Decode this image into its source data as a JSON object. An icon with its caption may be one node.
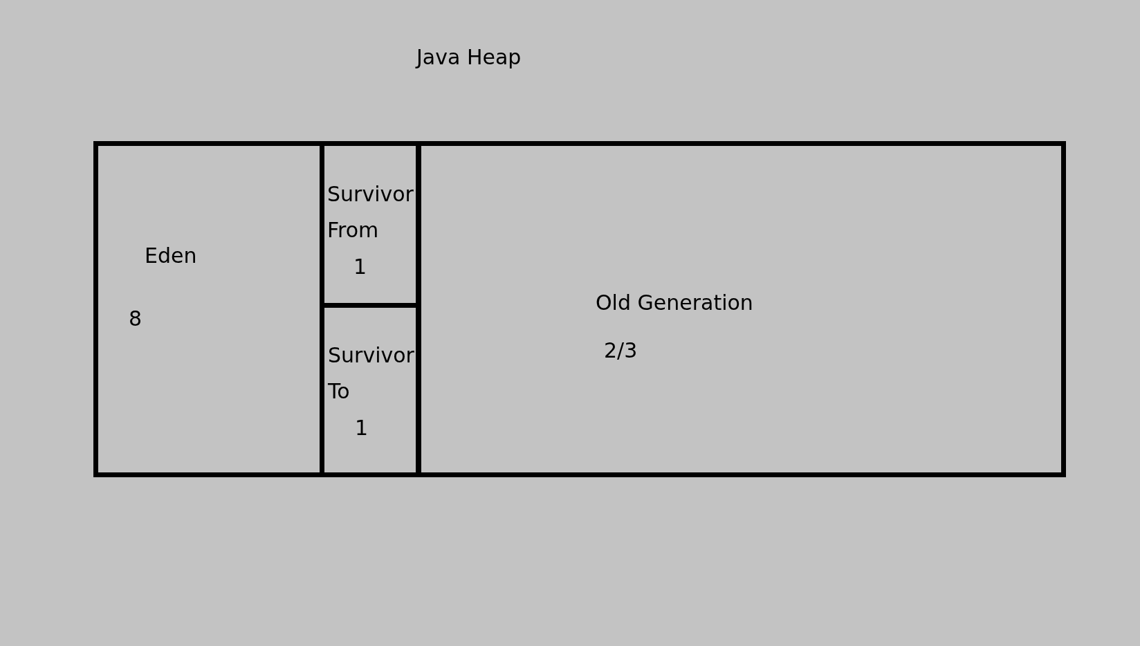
{
  "diagram": {
    "title": "Java Heap",
    "nodes": [
      {
        "text": [
          "Eden",
          "8"
        ]
      },
      {
        "text": [
          "Survivor From",
          "1"
        ]
      },
      {
        "text": [
          "Survivor To",
          "1"
        ]
      },
      {
        "text": [
          "Old Generation",
          "2/3"
        ]
      }
    ]
  }
}
